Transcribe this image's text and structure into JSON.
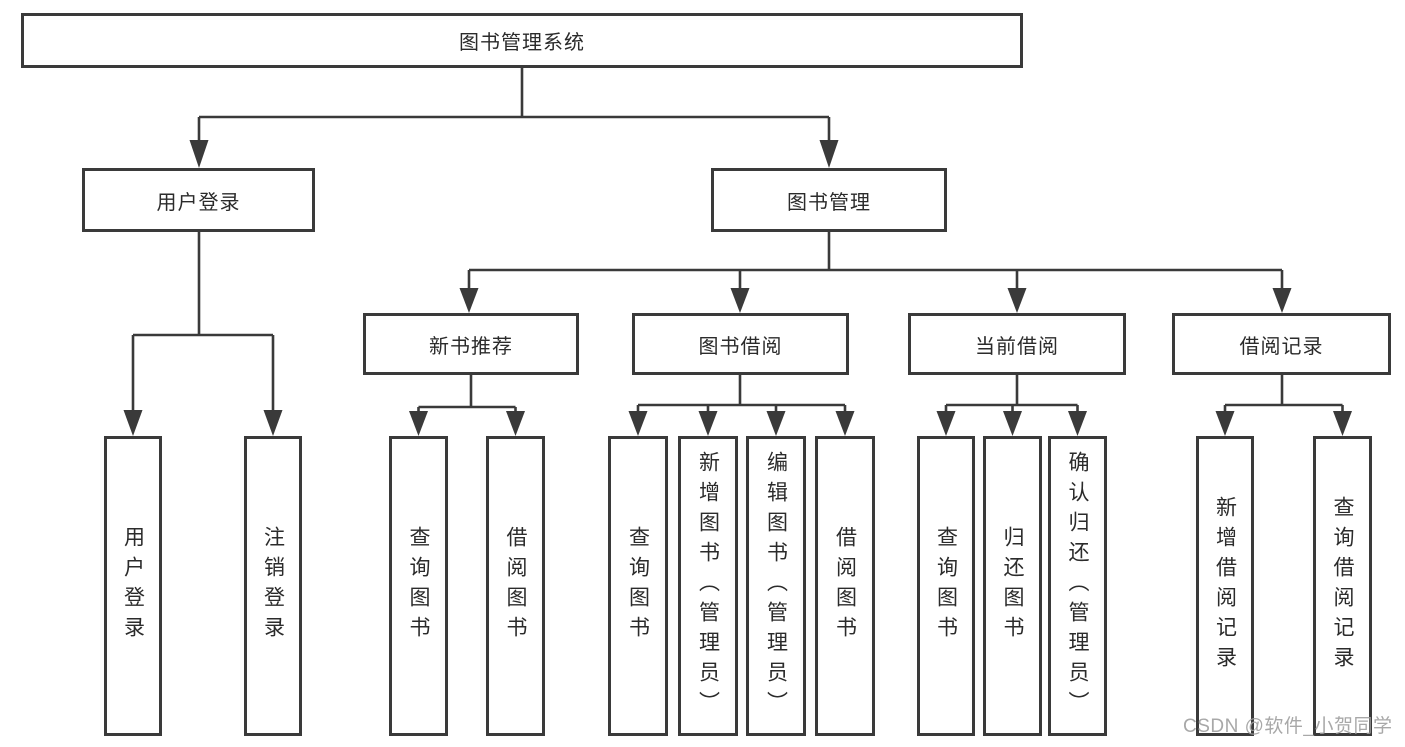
{
  "tree": {
    "root": {
      "label": "图书管理系统"
    },
    "branches": [
      {
        "label": "用户登录",
        "leaves": [
          {
            "label": "用户登录"
          },
          {
            "label": "注销登录"
          }
        ]
      },
      {
        "label": "图书管理",
        "groups": [
          {
            "label": "新书推荐",
            "leaves": [
              {
                "label": "查询图书"
              },
              {
                "label": "借阅图书"
              }
            ]
          },
          {
            "label": "图书借阅",
            "leaves": [
              {
                "label": "查询图书"
              },
              {
                "label": "新增图书（管理员）"
              },
              {
                "label": "编辑图书（管理员）"
              },
              {
                "label": "借阅图书"
              }
            ]
          },
          {
            "label": "当前借阅",
            "leaves": [
              {
                "label": "查询图书"
              },
              {
                "label": "归还图书"
              },
              {
                "label": "确认归还（管理员）"
              }
            ]
          },
          {
            "label": "借阅记录",
            "leaves": [
              {
                "label": "新增借阅记录"
              },
              {
                "label": "查询借阅记录"
              }
            ]
          }
        ]
      }
    ]
  },
  "watermark": {
    "text": "CSDN @软件_小贺同学"
  },
  "colors": {
    "line": "#3a3a3a",
    "text": "#2b2b2b",
    "watermark": "#9e9e9e",
    "background": "#ffffff"
  }
}
